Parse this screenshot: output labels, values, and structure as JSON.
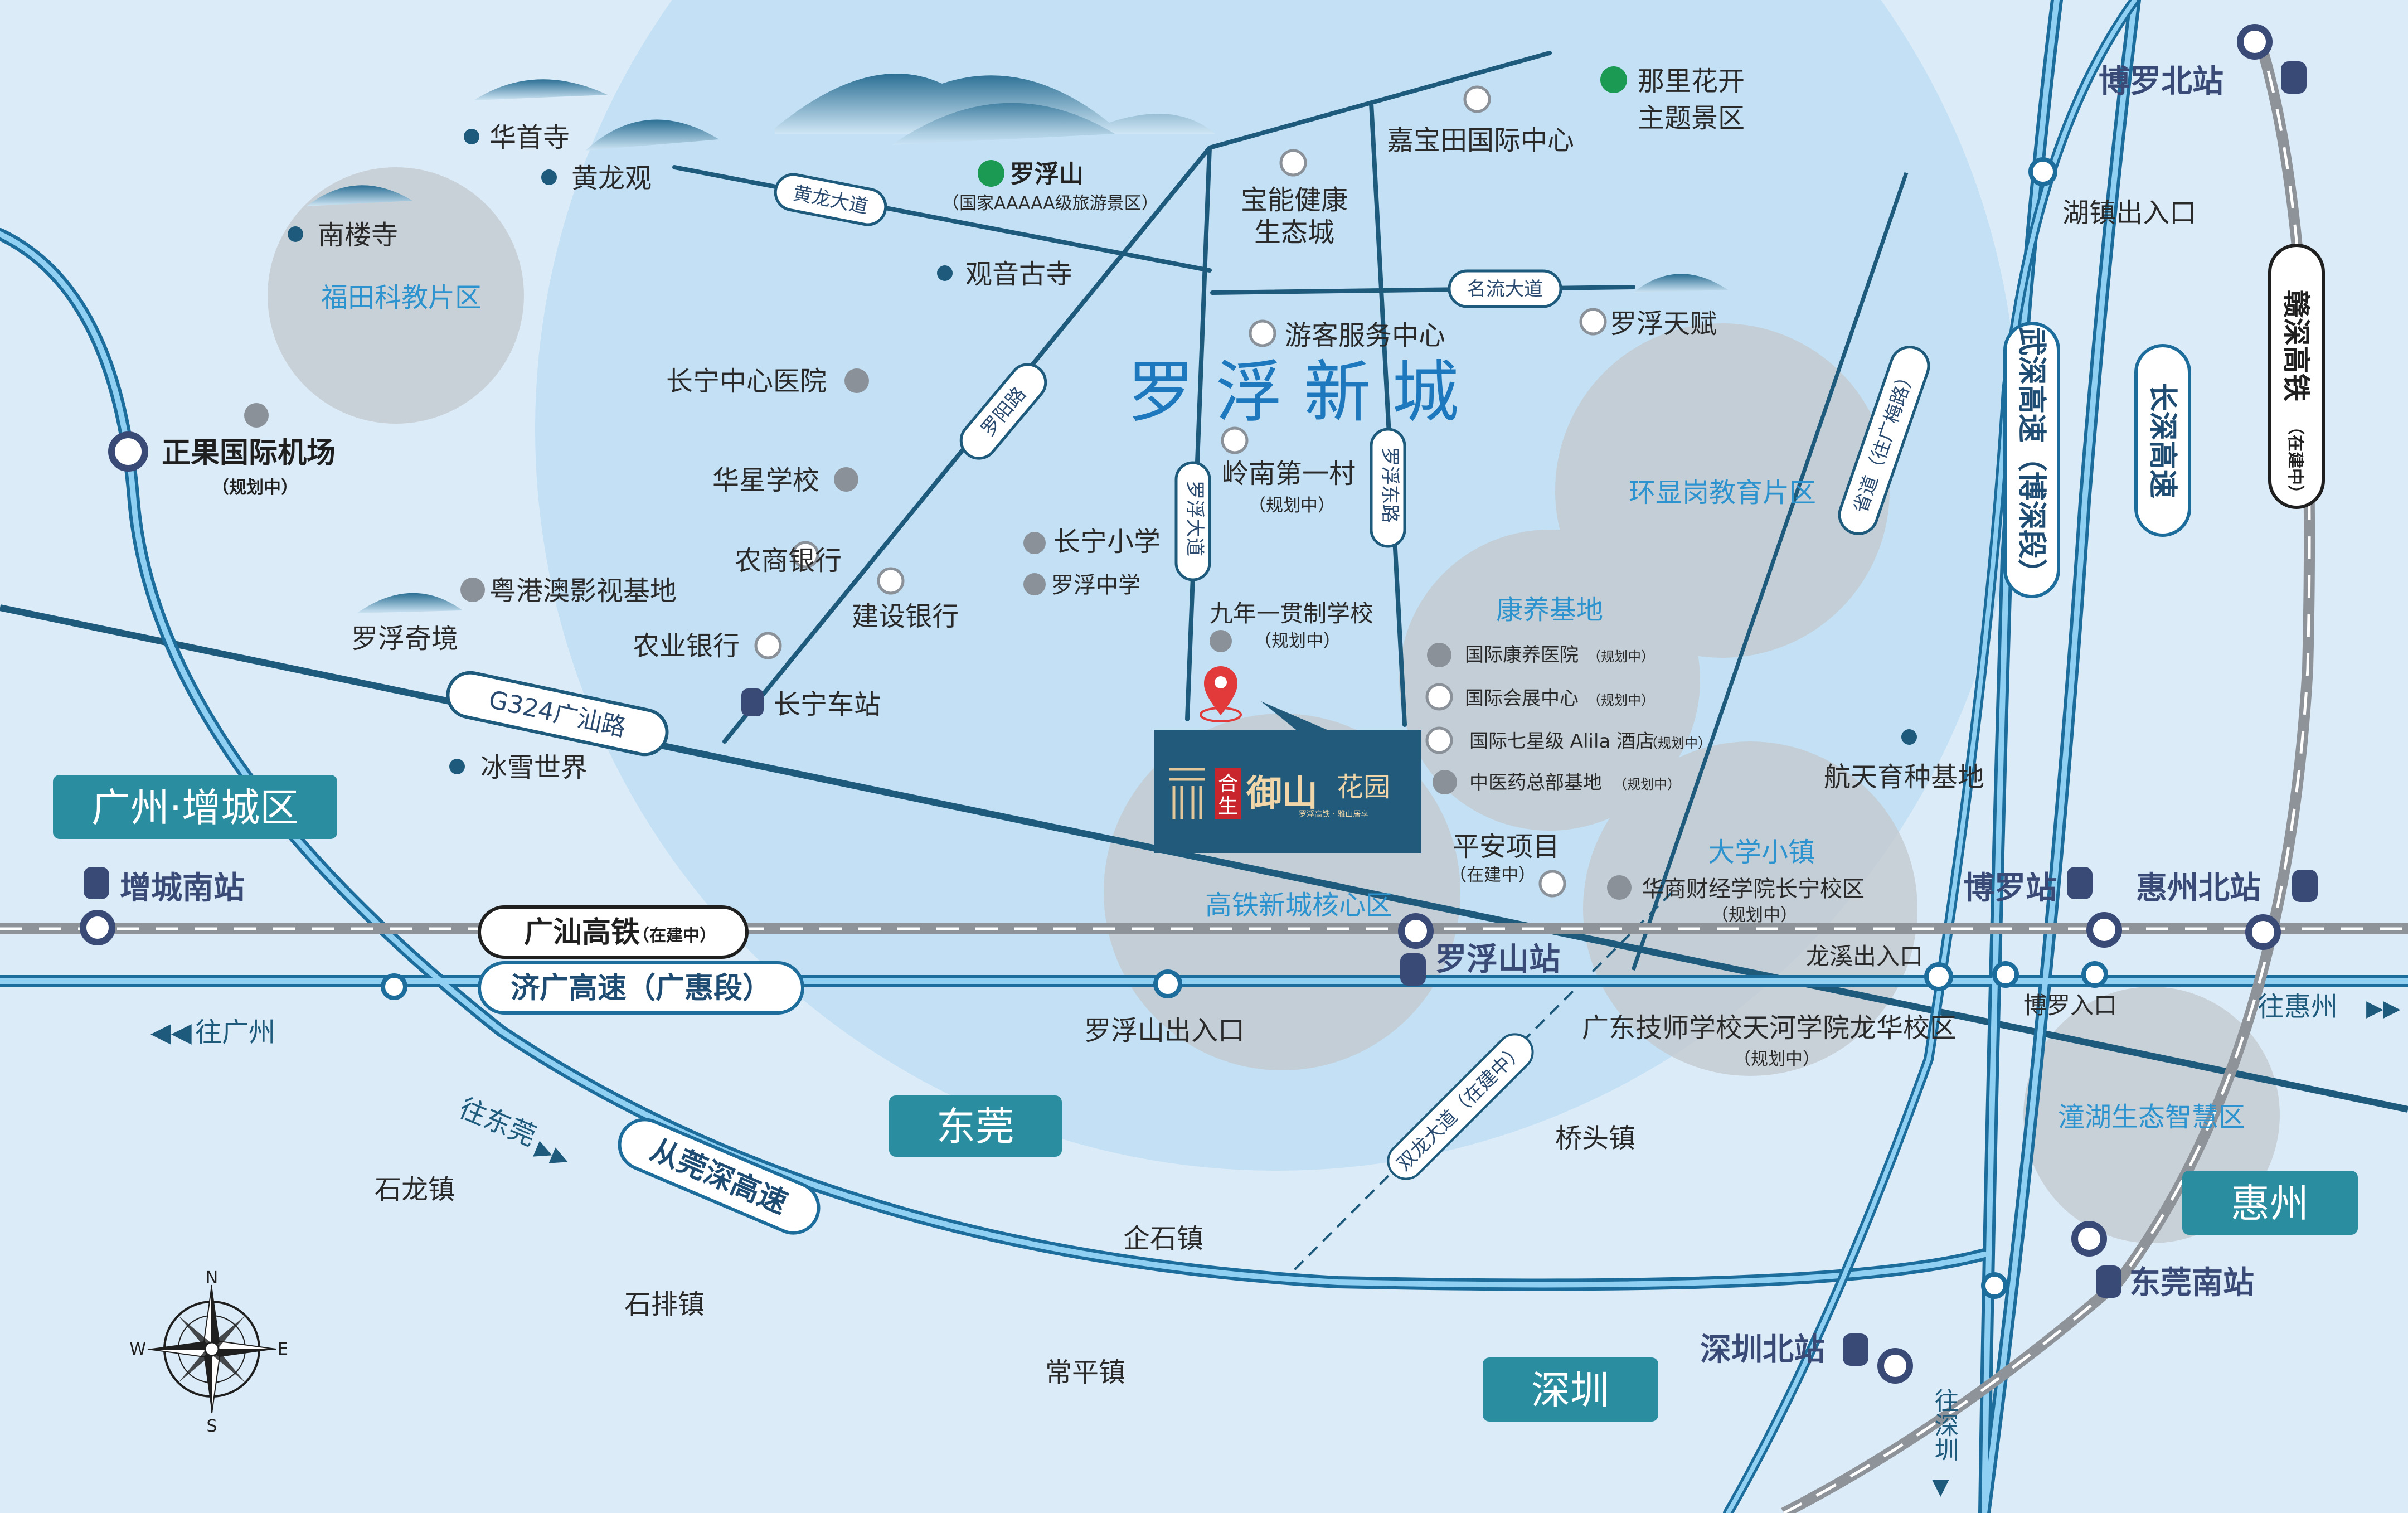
{
  "city": {
    "name": "罗 浮 新 城"
  },
  "zones": {
    "futian": "福田科教片区",
    "huanxiangang": "环显岗教育片区",
    "kangyang": "康养基地",
    "daxue": "大学小镇",
    "gaotie": "高铁新城核心区",
    "tonghu": "潼湖生态智慧区"
  },
  "pois": {
    "huashousi": "华首寺",
    "huanglongguan": "黄龙观",
    "nanlousi": "南楼寺",
    "luofushan": "罗浮山",
    "luofushan_sub": "（国家AAAAA级旅游景区）",
    "guanyin": "观音古寺",
    "baoneng1": "宝能健康",
    "baoneng2": "生态城",
    "jiabaotian": "嘉宝田国际中心",
    "nali1": "那里花开",
    "nali2": "主题景区",
    "youke": "游客服务中心",
    "luofutianfu": "罗浮天赋",
    "changning_hospital": "长宁中心医院",
    "lingnan": "岭南第一村",
    "lingnan_sub": "（规划中）",
    "huaxing": "华星学校",
    "changning_primary": "长宁小学",
    "luofu_middle": "罗浮中学",
    "nongshang": "农商银行",
    "jianshe": "建设银行",
    "yuegang": "粤港澳影视基地",
    "luofuqijing": "罗浮奇境",
    "nongye": "农业银行",
    "jiunian": "九年一贯制学校",
    "jiunian_sub": "（规划中）",
    "changning_station": "长宁车站",
    "bingxue": "冰雪世界",
    "kangyang_hospital": "国际康养医院",
    "huizhan": "国际会展中心",
    "alila": "国际七星级 Alila 酒店",
    "zhongyiyao": "中医药总部基地",
    "planned": "（规划中）",
    "hangtian": "航天育种基地",
    "pingan": "平安项目",
    "pingan_sub": "（在建中）",
    "huashang": "华商财经学院长宁校区",
    "huashang_sub": "（规划中）",
    "jishi": "广东技师学校天河学院龙华校区",
    "jishi_sub": "（规划中）",
    "qiaotou": "桥头镇",
    "shilong": "石龙镇",
    "qishi": "企石镇",
    "shipai": "石排镇",
    "changping": "常平镇",
    "airport": "正果国际机场",
    "airport_sub": "（规划中）"
  },
  "roads": {
    "huanglong": "黄龙大道",
    "mingliu": "名流大道",
    "luoyang": "罗阳路",
    "luofu_avenue": "罗浮大道",
    "luofu_east": "罗浮东路",
    "shengdao": "省道（往广梅路）",
    "g324": "G324广汕路",
    "shuanglong": "双龙大道（在建中）",
    "guangshan_rail": "广汕高铁",
    "guangshan_rail_sub": "（在建中）",
    "jiguang": "济广高速（广惠段）",
    "congguan": "从莞深高速",
    "wushen": "武深高速（博深段）",
    "changshen": "长深高速",
    "ganshen": "赣深高铁",
    "ganshen_sub": "（在建中）"
  },
  "exits": {
    "hzhen": "湖镇出入口",
    "luofushan_exit": "罗浮山出入口",
    "longxi": "龙溪出入口",
    "boluo_exit": "博罗入口"
  },
  "stations": {
    "boluo_north": "博罗北站",
    "zengcheng_south": "增城南站",
    "luofushan_station": "罗浮山站",
    "boluo_station": "博罗站",
    "huizhou_north": "惠州北站",
    "dongguan_south": "东莞南站",
    "shenzhen_north": "深圳北站"
  },
  "regions": {
    "guangzhou": "广州·增城区",
    "dongguan": "东莞",
    "huizhou": "惠州",
    "shenzhen": "深圳"
  },
  "directions": {
    "to_guangzhou": "往广州",
    "to_dongguan": "往东莞",
    "to_huizhou": "往惠州",
    "to_shenzhen": "往深圳"
  },
  "project": {
    "brand1": "合",
    "brand2": "生",
    "name1": "御山",
    "name2": "花园",
    "sub": "罗浮高铁 · 雅山居享"
  },
  "compass": {
    "n": "N",
    "s": "S",
    "e": "E",
    "w": "W"
  },
  "colors": {
    "city_circle": "#c3e0f5",
    "gray_zone": "#c7ccd1",
    "road_dark": "#1d5a7c",
    "highway_blue": "#2d8fd0",
    "region_box": "#2b8ea0",
    "project_box": "#215a7a"
  }
}
